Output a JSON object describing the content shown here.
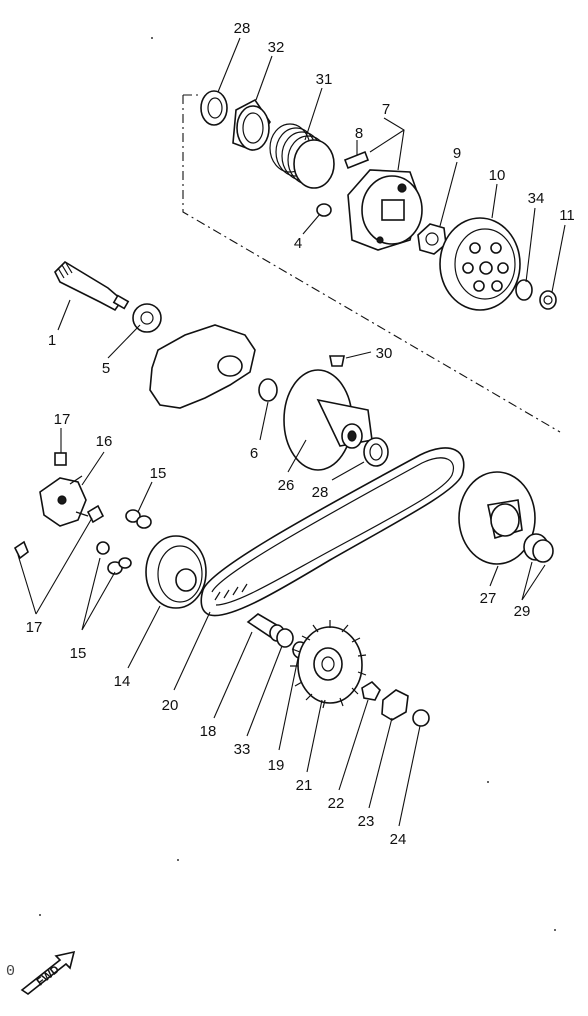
{
  "diagram": {
    "callouts": {
      "c28a": "28",
      "c32": "32",
      "c31": "31",
      "c7": "7",
      "c8": "8",
      "c4": "4",
      "c9": "9",
      "c10": "10",
      "c34": "34",
      "c11": "11",
      "c1": "1",
      "c5": "5",
      "c30": "30",
      "c17a": "17",
      "c16": "16",
      "c15a": "15",
      "c6": "6",
      "c26": "26",
      "c28b": "28",
      "c27": "27",
      "c29": "29",
      "c17b": "17",
      "c15b": "15",
      "c14": "14",
      "c20": "20",
      "c18": "18",
      "c33": "33",
      "c19": "19",
      "c21": "21",
      "c22": "22",
      "c23": "23",
      "c24": "24"
    },
    "direction_badge": "FWD",
    "corner_code": "0"
  }
}
